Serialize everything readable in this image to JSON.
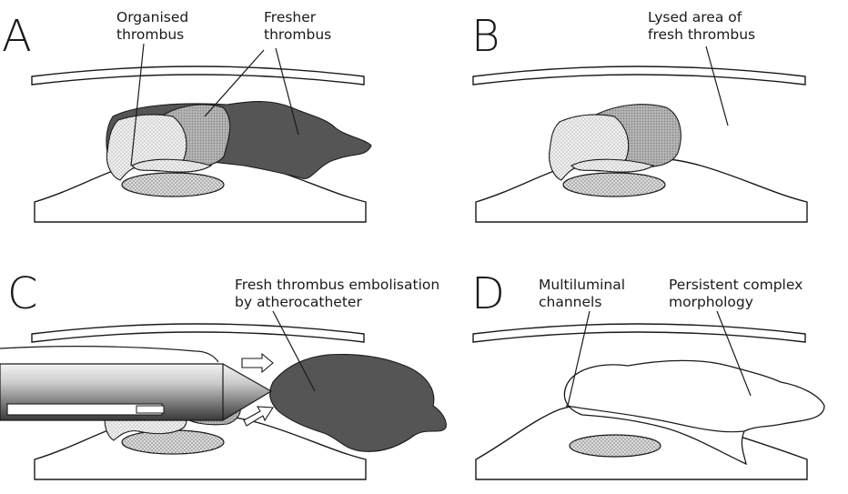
{
  "panels": [
    {
      "letter": "A",
      "labels": [
        "Organised",
        "thrombus",
        "Fresher",
        "thrombus"
      ]
    },
    {
      "letter": "B",
      "labels": [
        "Lysed area of",
        "fresh thrombus"
      ]
    },
    {
      "letter": "C",
      "labels": [
        "Fresh thrombus embolisation",
        "by atherocatheter"
      ]
    },
    {
      "letter": "D",
      "labels": [
        "Multiluminal",
        "channels",
        "Persistent complex",
        "morphology"
      ]
    }
  ],
  "colors": {
    "dark_thrombus": "#555555",
    "mid_thrombus": "#a8a8a8",
    "organised": "#e6e6e6",
    "plaque": "#c8c8c8"
  }
}
